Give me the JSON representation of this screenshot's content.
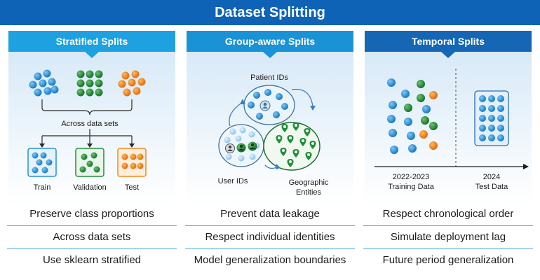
{
  "title": "Dataset Splitting",
  "columns": [
    {
      "header": "Stratified Splits",
      "labels": {
        "across": "Across data sets",
        "train": "Train",
        "validation": "Validation",
        "test": "Test"
      },
      "bullets": [
        "Preserve class proportions",
        "Across data sets",
        "Use sklearn stratified"
      ]
    },
    {
      "header": "Group-aware Splits",
      "labels": {
        "patient": "Patient IDs",
        "user": "User IDs",
        "geo_line1": "Geographic",
        "geo_line2": "Entities"
      },
      "bullets": [
        "Prevent data leakage",
        "Respect individual identities",
        "Model generalization boundaries"
      ]
    },
    {
      "header": "Temporal Splits",
      "labels": {
        "train_years": "2022-2023",
        "train_data": "Training Data",
        "test_year": "2024",
        "test_data": "Test Data"
      },
      "bullets": [
        "Respect chronological order",
        "Simulate deployment lag",
        "Future period generalization"
      ]
    }
  ],
  "colors": {
    "banner": "#0f63b6",
    "blue": "#2a8fd8",
    "green": "#1f8f3a",
    "orange": "#f28a1e",
    "teal_line": "#49a8de"
  }
}
